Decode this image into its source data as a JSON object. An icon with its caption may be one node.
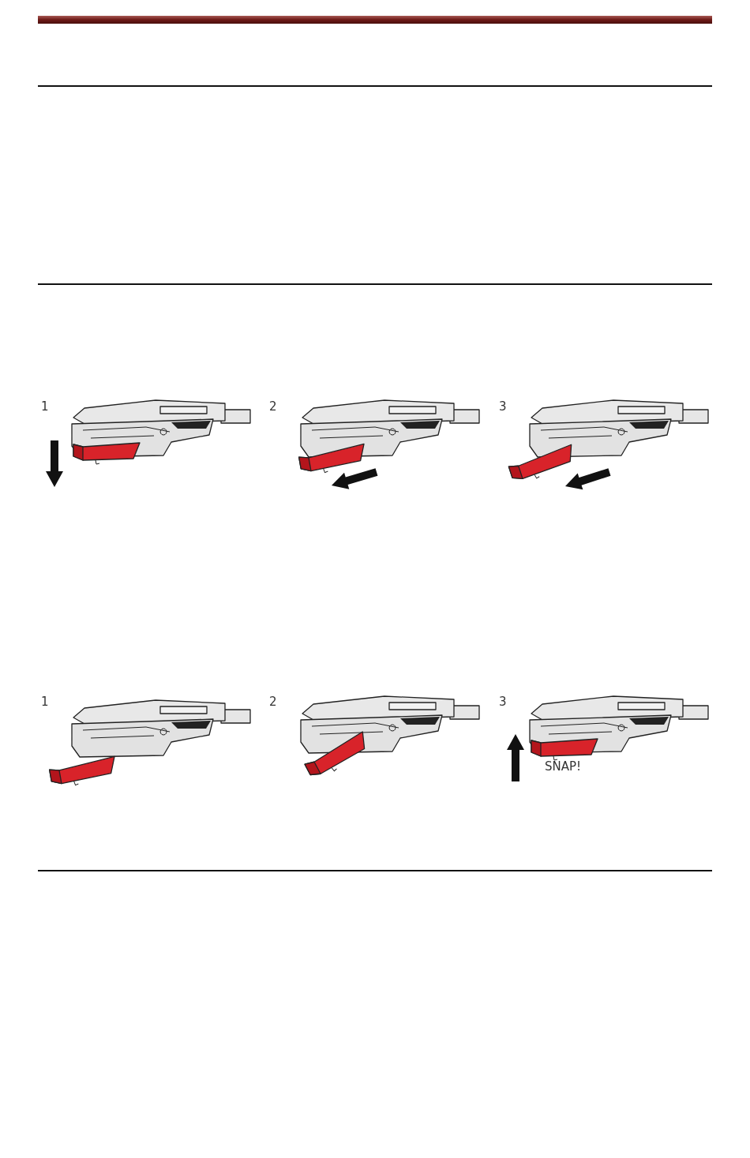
{
  "diagram": {
    "labels": [
      "1",
      "2",
      "3",
      "1",
      "2",
      "3",
      "SNAP!"
    ]
  }
}
